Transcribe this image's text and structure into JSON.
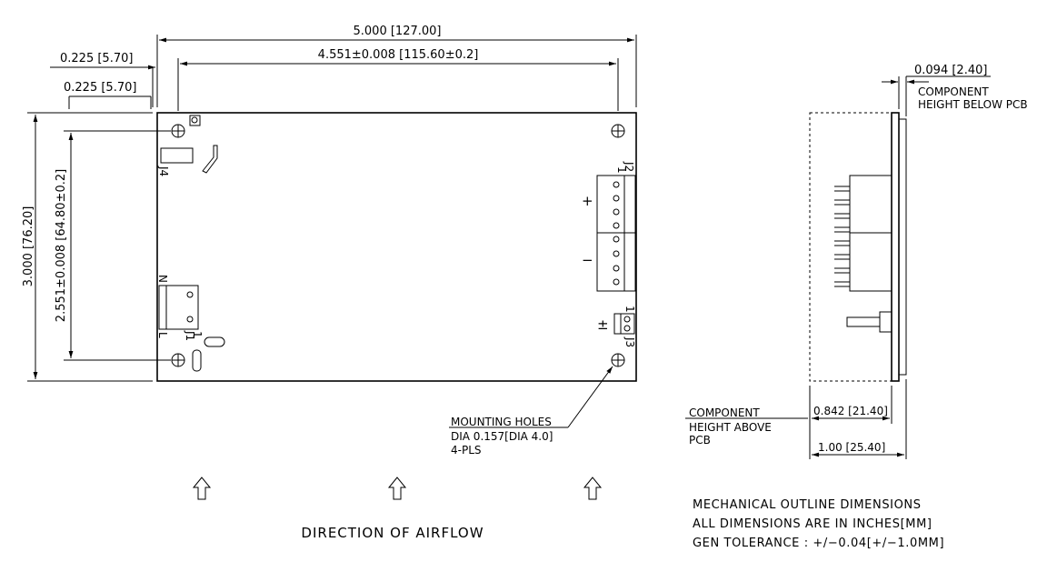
{
  "top_view": {
    "dim_width": "5.000 [127.00]",
    "dim_hole_spacing_x": "4.551±0.008 [115.60±0.2]",
    "dim_edge_offset_top": "0.225 [5.70]",
    "dim_edge_offset_side": "0.225 [5.70]",
    "dim_height": "3.000 [76.20]",
    "dim_hole_spacing_y": "2.551±0.008 [64.80±0.2]",
    "connectors": {
      "j4": "J4",
      "j2": "J2",
      "j2_pin1": "1",
      "j3": "J3",
      "j3_pin1": "1",
      "j1": "J1",
      "j1_pin1": "1",
      "line_n": "N",
      "line_l": "L",
      "plus": "+",
      "minus": "−",
      "plus_minus": "±"
    },
    "mounting_holes": [
      "MOUNTING HOLES",
      "DIA 0.157[DIA 4.0]",
      "4-PLS"
    ],
    "airflow_label": "DIRECTION OF AIRFLOW"
  },
  "side_view": {
    "dim_below_pcb": "0.094 [2.40]",
    "below_pcb_label": [
      "COMPONENT",
      "HEIGHT BELOW PCB"
    ],
    "dim_above_pcb": "0.842 [21.40]",
    "above_pcb_label": [
      "COMPONENT",
      "HEIGHT ABOVE",
      "PCB"
    ],
    "dim_total": "1.00 [25.40]"
  },
  "notes": [
    "MECHANICAL OUTLINE DIMENSIONS",
    "ALL DIMENSIONS ARE IN INCHES[MM]",
    "GEN TOLERANCE : +/−0.04[+/−1.0MM]"
  ],
  "icons": [
    "mounting-hole-icon",
    "airflow-arrow-icon"
  ]
}
